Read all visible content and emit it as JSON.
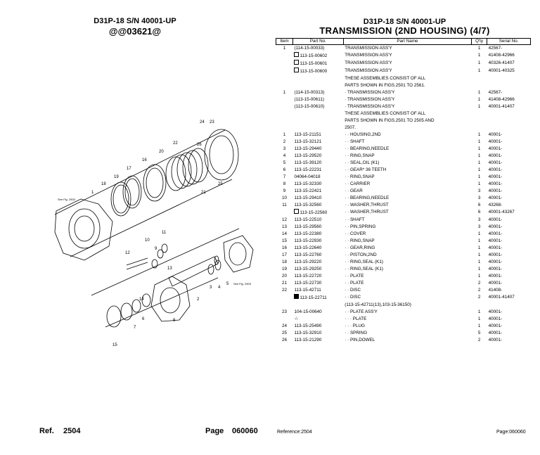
{
  "left_header": {
    "title": "D31P-18 S/N 40001-UP",
    "subtitle": "@@03621@"
  },
  "right_header": {
    "title": "D31P-18 S/N 40001-UP",
    "subtitle": "TRANSMISSION (2ND HOUSING) (4/7)"
  },
  "table": {
    "headers": [
      "Item",
      "Part No.",
      "Part Name",
      "Q'ty",
      "Serial No."
    ],
    "rows": [
      {
        "item": "1",
        "part": "(114-15-00033)",
        "mark": "",
        "name": "TRANSMISSION ASS'Y",
        "qty": "1",
        "serial": "42567-"
      },
      {
        "item": "",
        "part": "113-15-00602",
        "mark": "box",
        "name": "TRANSMISSION ASS'Y",
        "qty": "1",
        "serial": "41408-42966"
      },
      {
        "item": "",
        "part": "113-15-00601",
        "mark": "box",
        "name": "TRANSMISSION ASS'Y",
        "qty": "1",
        "serial": "40326-41407"
      },
      {
        "item": "",
        "part": "113-15-00600",
        "mark": "box",
        "name": "TRANSMISSION ASS'Y",
        "qty": "1",
        "serial": "40001-40325"
      },
      {
        "item": "",
        "part": "",
        "mark": "",
        "name": "THESE ASSEMBLIES CONSIST OF ALL",
        "qty": "",
        "serial": ""
      },
      {
        "item": "",
        "part": "",
        "mark": "",
        "name": "PARTS SHOWN IN FIGS.2501 TO 2561.",
        "qty": "",
        "serial": ""
      },
      {
        "item": "1",
        "part": "(114-15-00313)",
        "mark": "",
        "name": "· TRANSMISSION ASS'Y",
        "qty": "1",
        "serial": "42567-"
      },
      {
        "item": "",
        "part": "(113-15-00611)",
        "mark": "",
        "name": "· TRANSMISSION ASS'Y",
        "qty": "1",
        "serial": "41408-42966"
      },
      {
        "item": "",
        "part": "(113-15-00610)",
        "mark": "",
        "name": "· TRANSMISSION ASS'Y",
        "qty": "1",
        "serial": "40001-41407"
      },
      {
        "item": "",
        "part": "",
        "mark": "",
        "name": "THESE ASSEMBLIES CONSIST OF ALL",
        "qty": "",
        "serial": ""
      },
      {
        "item": "",
        "part": "",
        "mark": "",
        "name": "PARTS SHOWN IN FIGS.2501 TO 2505 AND",
        "qty": "",
        "serial": ""
      },
      {
        "item": "",
        "part": "",
        "mark": "",
        "name": "2507.",
        "qty": "",
        "serial": ""
      },
      {
        "item": "1",
        "part": "113-15-21151",
        "mark": "",
        "name": "· · HOUSING,2ND",
        "qty": "1",
        "serial": "40001-"
      },
      {
        "item": "2",
        "part": "113-15-32121",
        "mark": "",
        "name": "· · SHAFT",
        "qty": "1",
        "serial": "40001-"
      },
      {
        "item": "3",
        "part": "113-15-29440",
        "mark": "",
        "name": "· · BEARING,NEEDLE",
        "qty": "1",
        "serial": "40001-"
      },
      {
        "item": "4",
        "part": "113-15-29520",
        "mark": "",
        "name": "· · RING,SNAP",
        "qty": "1",
        "serial": "40001-"
      },
      {
        "item": "5",
        "part": "113-15-39120",
        "mark": "",
        "name": "· · SEAL,OIL (K1)",
        "qty": "1",
        "serial": "40001-"
      },
      {
        "item": "6",
        "part": "113-15-22231",
        "mark": "",
        "name": "· · GEAR* 36 TEETH",
        "qty": "1",
        "serial": "40001-"
      },
      {
        "item": "7",
        "part": "04064-04018",
        "mark": "",
        "name": "· · RING,SNAP",
        "qty": "1",
        "serial": "40001-"
      },
      {
        "item": "8",
        "part": "113-15-32330",
        "mark": "",
        "name": "· · CARRIER",
        "qty": "1",
        "serial": "40001-"
      },
      {
        "item": "9",
        "part": "113-15-22421",
        "mark": "",
        "name": "· · GEAR",
        "qty": "3",
        "serial": "40001-"
      },
      {
        "item": "10",
        "part": "113-15-29410",
        "mark": "",
        "name": "· · BEARING,NEEDLE",
        "qty": "3",
        "serial": "40001-"
      },
      {
        "item": "11",
        "part": "113-15-32560",
        "mark": "",
        "name": "· · WASHER,THRUST",
        "qty": "6",
        "serial": "43268-"
      },
      {
        "item": "",
        "part": "113-15-22560",
        "mark": "box",
        "name": "· · WASHER,THRUST",
        "qty": "6",
        "serial": "40001-43267"
      },
      {
        "item": "12",
        "part": "113-15-22510",
        "mark": "",
        "name": "· · SHAFT",
        "qty": "3",
        "serial": "40001-"
      },
      {
        "item": "13",
        "part": "113-15-29560",
        "mark": "",
        "name": "· · PIN,SPRING",
        "qty": "3",
        "serial": "40001-"
      },
      {
        "item": "14",
        "part": "113-15-22380",
        "mark": "",
        "name": "· · COVER",
        "qty": "1",
        "serial": "40001-"
      },
      {
        "item": "15",
        "part": "113-15-22930",
        "mark": "",
        "name": "· · RING,SNAP",
        "qty": "1",
        "serial": "40001-"
      },
      {
        "item": "16",
        "part": "113-15-22640",
        "mark": "",
        "name": "· · GEAR,RING",
        "qty": "1",
        "serial": "40001-"
      },
      {
        "item": "17",
        "part": "113-15-22760",
        "mark": "",
        "name": "· · PISTON,2ND",
        "qty": "1",
        "serial": "40001-"
      },
      {
        "item": "18",
        "part": "113-15-29220",
        "mark": "",
        "name": "· · RING,SEAL (K1)",
        "qty": "1",
        "serial": "40001-"
      },
      {
        "item": "19",
        "part": "113-15-29250",
        "mark": "",
        "name": "· · RING,SEAL (K1)",
        "qty": "1",
        "serial": "40001-"
      },
      {
        "item": "20",
        "part": "113-15-22720",
        "mark": "",
        "name": "· · PLATE",
        "qty": "1",
        "serial": "40001-"
      },
      {
        "item": "21",
        "part": "113-15-22730",
        "mark": "",
        "name": "· · PLATE",
        "qty": "2",
        "serial": "40001-"
      },
      {
        "item": "22",
        "part": "113-15-42711",
        "mark": "",
        "name": "· · DISC",
        "qty": "2",
        "serial": "41408-"
      },
      {
        "item": "",
        "part": "113-15-22711",
        "mark": "filled",
        "name": "· · DISC",
        "qty": "2",
        "serial": "40001-41407"
      },
      {
        "item": "",
        "part": "",
        "mark": "",
        "name": "(113-15-42711(13),103-15-36150)",
        "qty": "",
        "serial": ""
      },
      {
        "item": "23",
        "part": "104-15-00640",
        "mark": "",
        "name": "· · PLATE ASS'Y",
        "qty": "1",
        "serial": "40001-"
      },
      {
        "item": "",
        "part": "☆",
        "mark": "",
        "name": "· · · PLATE",
        "qty": "1",
        "serial": "40001-"
      },
      {
        "item": "24",
        "part": "113-15-25490",
        "mark": "",
        "name": "· · · PLUG",
        "qty": "1",
        "serial": "40001-"
      },
      {
        "item": "25",
        "part": "113-15-32910",
        "mark": "",
        "name": "· · SPRING",
        "qty": "5",
        "serial": "40001-"
      },
      {
        "item": "26",
        "part": "113-15-21290",
        "mark": "",
        "name": "· · PIN,DOWEL",
        "qty": "2",
        "serial": "40001-"
      }
    ]
  },
  "diagram": {
    "callouts": [
      "1",
      "2",
      "3",
      "4",
      "5",
      "6",
      "7",
      "8",
      "9",
      "10",
      "11",
      "12",
      "13",
      "14",
      "15",
      "16",
      "17",
      "18",
      "19",
      "20",
      "21",
      "22",
      "23",
      "24",
      "25",
      "26"
    ],
    "ref_note_left": "See Fig. 2503",
    "ref_note_right": "See Fig. 2503"
  },
  "footer_left": {
    "ref_label": "Ref.",
    "ref_value": "2504",
    "page_label": "Page",
    "page_value": "060060"
  },
  "footer_right": {
    "ref_text": "Reference:2504",
    "page_text": "Page:060060"
  }
}
